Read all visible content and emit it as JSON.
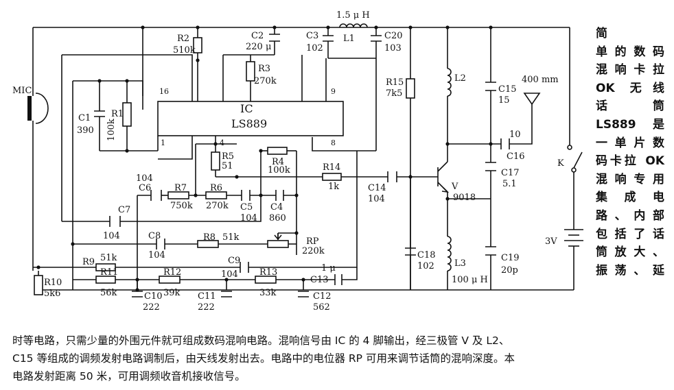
{
  "title_lines": [
    "简",
    "单的数码",
    "混响卡拉",
    "OK 无线",
    "话筒",
    "LS889 是",
    "一单片数",
    "码卡拉 OK",
    "混响专用",
    "集成电",
    "路、内部",
    "包括了话",
    "筒放大、",
    "振荡、延"
  ],
  "body_lines": [
    "时等电路，只需少量的外围元件就可组成数码混响电路。混响信号由 IC 的 4 脚输出，经三极管 V 及 L2、",
    "C15 等组成的调频发射电路调制后，由天线发射出去。电路中的电位器 RP 可用来调节话筒的混响深度。本",
    "电路发射距离 50 米，可用调频收音机接收信号。"
  ],
  "schematic": {
    "ic": {
      "name": "IC",
      "part": "LS889",
      "pins": [
        "16",
        "1",
        "4",
        "9",
        "8"
      ]
    },
    "mic": "MIC",
    "battery": "3V",
    "switch": "K",
    "antenna": "400 mm",
    "transistor": {
      "ref": "V",
      "part": "9018"
    },
    "components": [
      {
        "ref": "R2",
        "value": "510k"
      },
      {
        "ref": "C2",
        "value": "220 μ"
      },
      {
        "ref": "R3",
        "value": "270k"
      },
      {
        "ref": "C3",
        "value": "102"
      },
      {
        "ref": "L1",
        "value": "1.5 μ H"
      },
      {
        "ref": "C20",
        "value": "103"
      },
      {
        "ref": "C1",
        "value": "390"
      },
      {
        "ref": "R1",
        "value": "100k"
      },
      {
        "ref": "R5",
        "value": "51"
      },
      {
        "ref": "R4",
        "value": "100k"
      },
      {
        "ref": "R14",
        "value": "1k"
      },
      {
        "ref": "C14",
        "value": "104"
      },
      {
        "ref": "C6",
        "value": "104"
      },
      {
        "ref": "R7",
        "value": "750k"
      },
      {
        "ref": "R6",
        "value": "270k"
      },
      {
        "ref": "C5",
        "value": "104"
      },
      {
        "ref": "C4",
        "value": "860"
      },
      {
        "ref": "C7",
        "value": "104"
      },
      {
        "ref": "C8",
        "value": "104"
      },
      {
        "ref": "R8",
        "value": "51k"
      },
      {
        "ref": "RP",
        "value": "220k"
      },
      {
        "ref": "R9",
        "value": "51k"
      },
      {
        "ref": "C9",
        "value": "104"
      },
      {
        "ref": "R10",
        "value": "5k6"
      },
      {
        "ref": "R11",
        "value": "56k"
      },
      {
        "ref": "R12",
        "value": "39k"
      },
      {
        "ref": "R13",
        "value": "33k"
      },
      {
        "ref": "C13",
        "value": "1 μ"
      },
      {
        "ref": "C10",
        "value": "222"
      },
      {
        "ref": "C11",
        "value": "222"
      },
      {
        "ref": "C12",
        "value": "562"
      },
      {
        "ref": "R15",
        "value": "7k5"
      },
      {
        "ref": "L2",
        "value": ""
      },
      {
        "ref": "C15",
        "value": "15"
      },
      {
        "ref": "C16",
        "value": "10"
      },
      {
        "ref": "C17",
        "value": "5.1"
      },
      {
        "ref": "C18",
        "value": "102"
      },
      {
        "ref": "L3",
        "value": "100 μ H"
      },
      {
        "ref": "C19",
        "value": "20p"
      }
    ]
  }
}
